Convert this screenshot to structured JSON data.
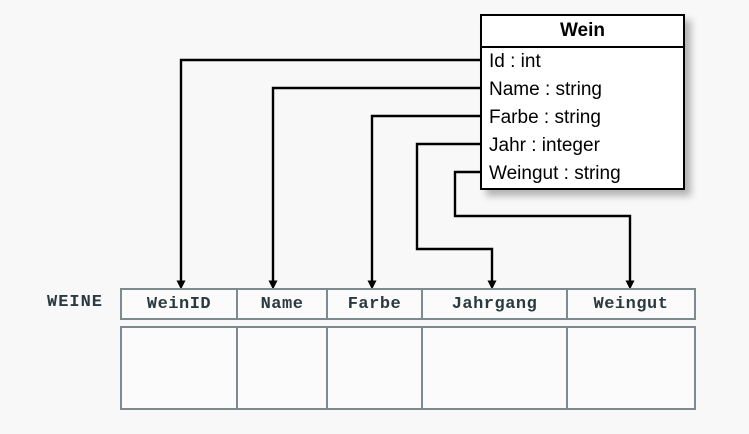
{
  "background_color": "#f8f8f8",
  "uml_class": {
    "name": "Wein",
    "attributes": [
      {
        "label": "Id : int",
        "field": "Id",
        "type": "int"
      },
      {
        "label": "Name : string",
        "field": "Name",
        "type": "string"
      },
      {
        "label": "Farbe : string",
        "field": "Farbe",
        "type": "string"
      },
      {
        "label": "Jahr : integer",
        "field": "Jahr",
        "type": "integer"
      },
      {
        "label": "Weingut : string",
        "field": "Weingut",
        "type": "string"
      }
    ]
  },
  "relational_table": {
    "label": "WEINE",
    "columns": [
      "WeinID",
      "Name",
      "Farbe",
      "Jahrgang",
      "Weingut"
    ],
    "rows": [
      [
        "",
        "",
        "",
        "",
        ""
      ]
    ],
    "border_color": "#7d8a8e",
    "text_color": "#2b3a40"
  },
  "mappings": [
    {
      "from": "Id",
      "to": "WeinID",
      "arrow": "down-arrow-icon"
    },
    {
      "from": "Name",
      "to": "Name",
      "arrow": "down-arrow-icon"
    },
    {
      "from": "Farbe",
      "to": "Farbe",
      "arrow": "down-arrow-icon"
    },
    {
      "from": "Jahr",
      "to": "Jahrgang",
      "arrow": "down-arrow-icon"
    },
    {
      "from": "Weingut",
      "to": "Weingut",
      "arrow": "down-arrow-icon"
    }
  ]
}
